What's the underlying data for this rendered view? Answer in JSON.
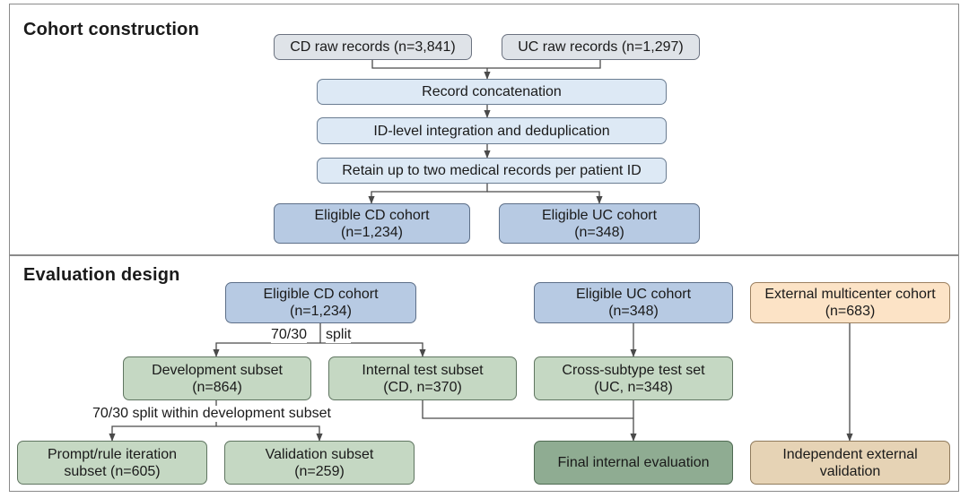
{
  "panels": {
    "cohort_construction": {
      "title": "Cohort construction",
      "nodes": {
        "cd_raw": [
          "CD raw records (n=3,841)"
        ],
        "uc_raw": [
          "UC raw records (n=1,297)"
        ],
        "concat": [
          "Record concatenation"
        ],
        "dedup": [
          "ID-level integration and deduplication"
        ],
        "retain": [
          "Retain up to two medical records per patient ID"
        ],
        "cd_cohort": [
          "Eligible CD cohort",
          "(n=1,234)"
        ],
        "uc_cohort": [
          "Eligible UC cohort",
          "(n=348)"
        ]
      }
    },
    "evaluation_design": {
      "title": "Evaluation design",
      "nodes": {
        "cd_cohort": [
          "Eligible CD cohort",
          "(n=1,234)"
        ],
        "uc_cohort": [
          "Eligible UC cohort",
          "(n=348)"
        ],
        "external": [
          "External multicenter cohort",
          "(n=683)"
        ],
        "dev": [
          "Development subset",
          "(n=864)"
        ],
        "internal_test": [
          "Internal test subset",
          "(CD, n=370)"
        ],
        "cross_subtype": [
          "Cross-subtype test set",
          "(UC, n=348)"
        ],
        "prompt_iter": [
          "Prompt/rule iteration",
          "subset (n=605)"
        ],
        "validation": [
          "Validation subset",
          "(n=259)"
        ],
        "final_internal": [
          "Final internal evaluation"
        ],
        "independent_external": [
          "Independent external",
          "validation"
        ]
      },
      "edge_labels": {
        "split_70_30_left": "70/30",
        "split_70_30_right": "split",
        "split_within_dev": "70/30 split within development subset"
      }
    }
  },
  "colors": {
    "raw": "#dfe3e8",
    "process": "#dde9f5",
    "cohort": "#b7cae3",
    "subset": "#c5d8c3",
    "final": "#8fac92",
    "external": "#fce3c6",
    "external_validation": "#e6d3b5"
  }
}
